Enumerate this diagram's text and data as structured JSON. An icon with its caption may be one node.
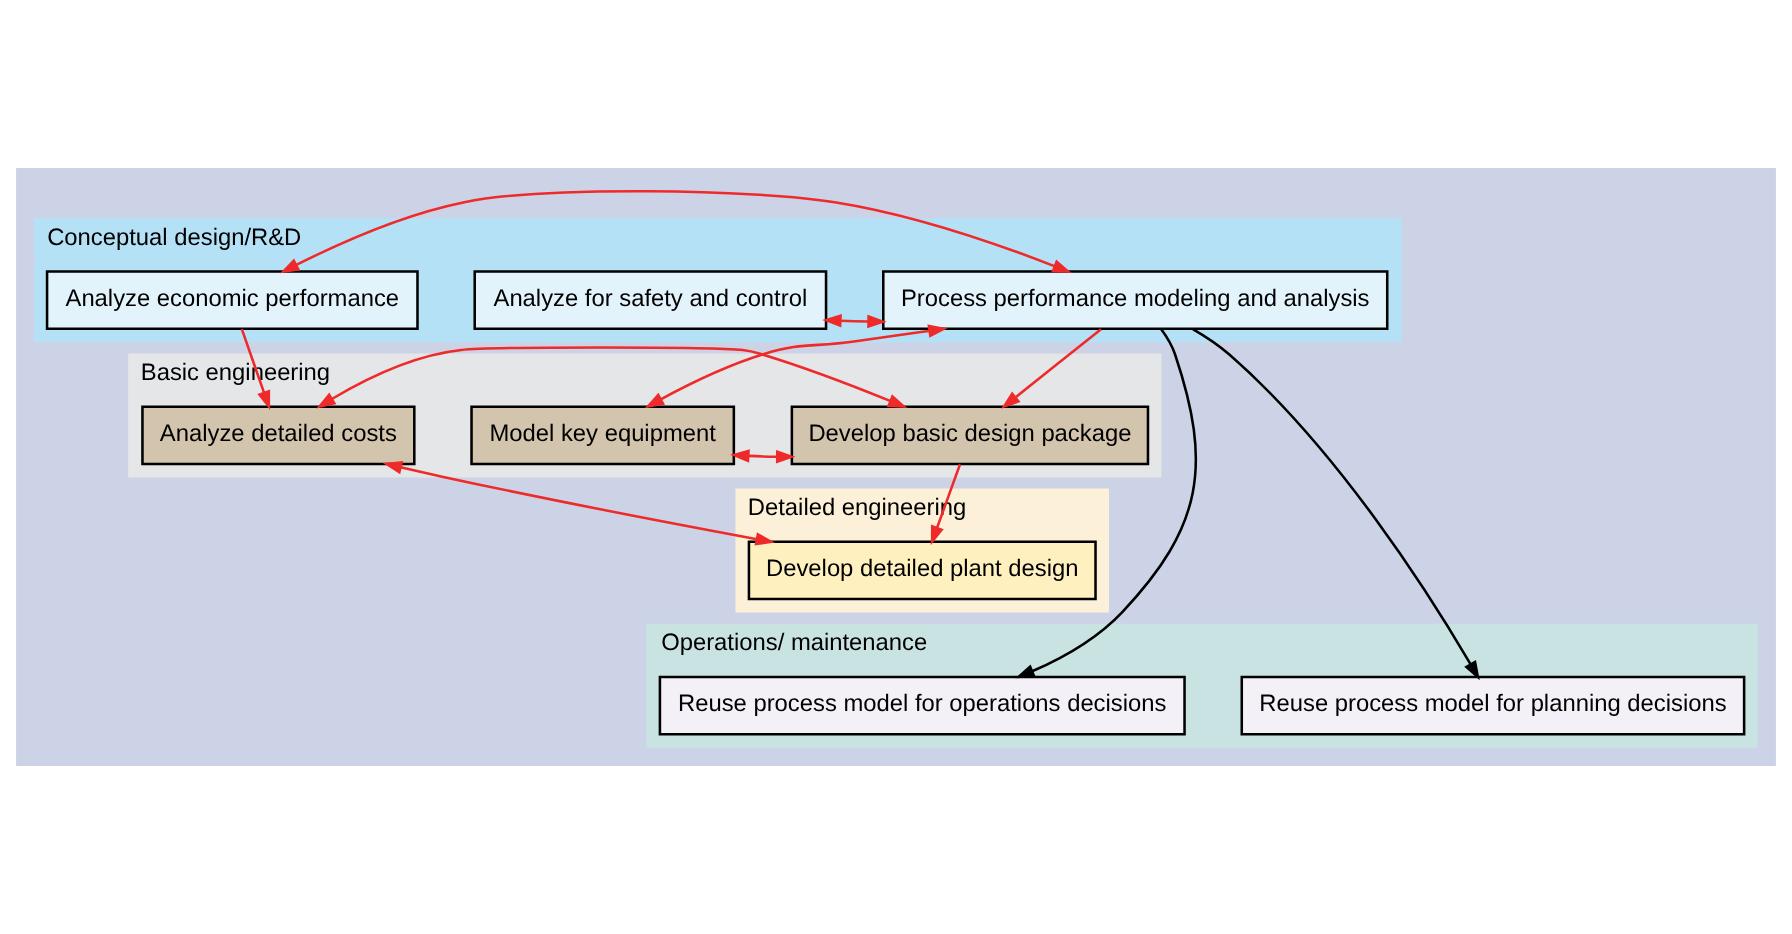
{
  "diagram": {
    "nodes": [
      {
        "text": [
          "Conceptual design/R&D"
        ]
      },
      {
        "text": [
          "Analyze for safety and control"
        ],
        "in": 0
      },
      {
        "text": [
          "Process performance modeling and analysis"
        ],
        "in": 0
      },
      {
        "text": [
          "Analyze economic performance"
        ],
        "in": 0
      },
      {
        "text": [
          "Basic engineering"
        ]
      },
      {
        "text": [
          "Model key equipment"
        ],
        "in": 4
      },
      {
        "text": [
          "Develop basic design package"
        ],
        "in": 4
      },
      {
        "text": [
          "Analyze detailed costs"
        ],
        "in": 4
      },
      {
        "text": [
          "Detailed engineering"
        ]
      },
      {
        "text": [
          "Develop detailed plant design"
        ],
        "in": 8
      },
      {
        "text": [
          "Operations/ maintenance"
        ]
      },
      {
        "text": [
          "Reuse process model for operations decisions"
        ],
        "in": 10
      },
      {
        "text": [
          "Reuse process model for planning decisions"
        ],
        "in": 10
      }
    ],
    "edges": [
      {
        "from": 1,
        "to": 2,
        "arrow": "both"
      },
      {
        "from": 2,
        "to": 3,
        "arrow": "both"
      },
      {
        "from": 2,
        "to": 5,
        "arrow": "both"
      },
      {
        "from": 5,
        "to": 6,
        "arrow": "both"
      },
      {
        "from": 2,
        "to": 6,
        "arrow": "to"
      },
      {
        "from": 3,
        "to": 7,
        "arrow": "to"
      },
      {
        "from": 6,
        "to": 7,
        "arrow": "both"
      },
      {
        "from": 6,
        "to": 9,
        "arrow": "to"
      },
      {
        "from": 9,
        "to": 7,
        "arrow": "both"
      },
      {
        "from": 2,
        "to": 11,
        "arrow": "to",
        "color": "#000000"
      },
      {
        "from": 2,
        "to": 12,
        "arrow": "to",
        "color": "#000000"
      }
    ]
  }
}
